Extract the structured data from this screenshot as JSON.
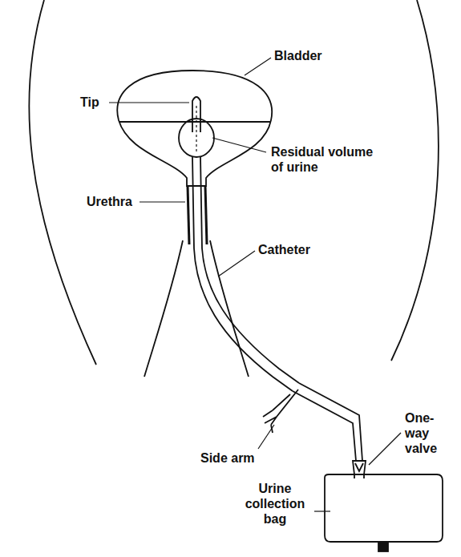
{
  "diagram": {
    "labels": [
      "Tip",
      "Bladder",
      "Residual volume of urine",
      "Urethra",
      "Catheter",
      "One-way valve",
      "Side arm",
      "Urine collection bag"
    ]
  }
}
